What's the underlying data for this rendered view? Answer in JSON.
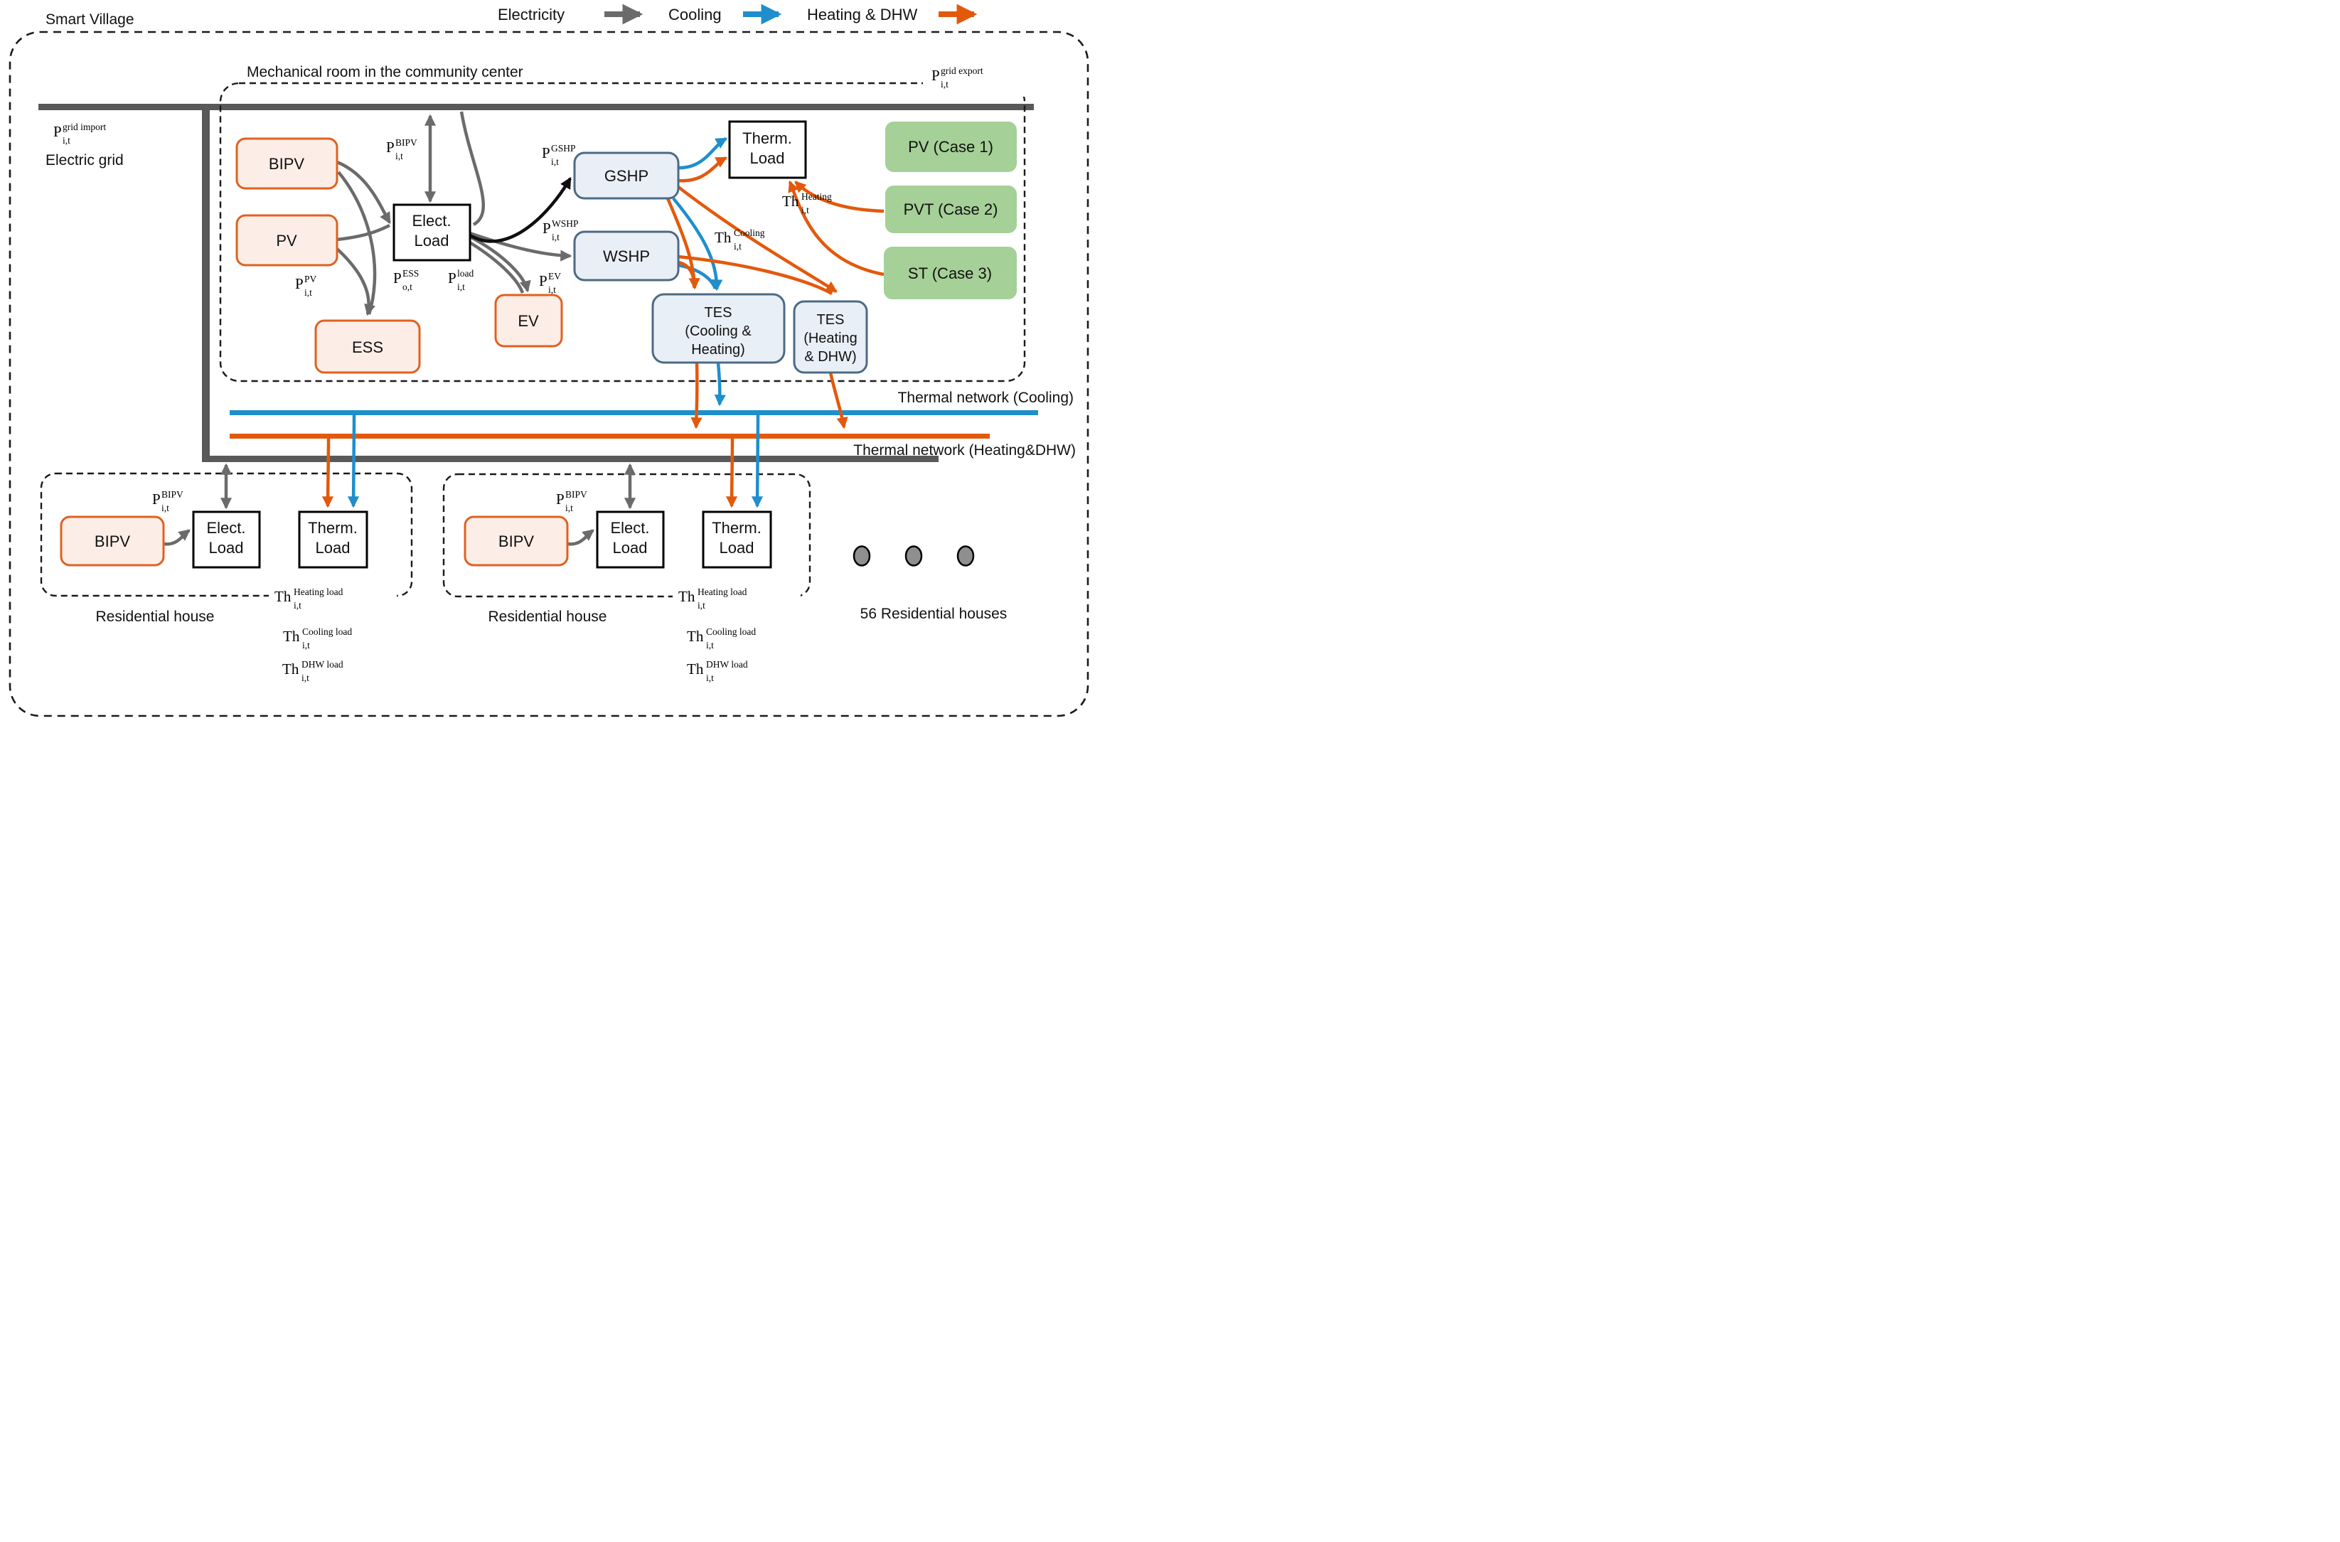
{
  "title": "Smart Village",
  "legend": {
    "items": [
      {
        "label": "Electricity",
        "color": "#6b6b6b"
      },
      {
        "label": "Cooling",
        "color": "#1e8fcc"
      },
      {
        "label": "Heating & DHW",
        "color": "#e3590c"
      }
    ]
  },
  "sections": {
    "mechanical_room": "Mechanical room in the community center",
    "electric_grid": "Electric grid",
    "thermal_cooling": "Thermal network (Cooling)",
    "thermal_heating": "Thermal network (Heating&DHW)",
    "residential_house": "Residential house",
    "houses_count": "56 Residential houses"
  },
  "nodes": {
    "bipv": "BIPV",
    "pv": "PV",
    "ess": "ESS",
    "ev": "EV",
    "elect_load": [
      "Elect.",
      "Load"
    ],
    "therm_load": [
      "Therm.",
      "Load"
    ],
    "gshp": "GSHP",
    "wshp": "WSHP",
    "tes_cooling": [
      "TES",
      "(Cooling &",
      "Heating)"
    ],
    "tes_heating": [
      "TES",
      "(Heating",
      "& DHW)"
    ],
    "pv_case1": "PV (Case 1)",
    "pvt_case2": "PVT (Case 2)",
    "st_case3": "ST (Case 3)"
  },
  "flows": {
    "grid_import": {
      "base": "P",
      "sub": "i,t",
      "sup": "grid import"
    },
    "grid_export": {
      "base": "P",
      "sub": "i,t",
      "sup": "grid export"
    },
    "bipv": {
      "base": "P",
      "sub": "i,t",
      "sup": "BIPV"
    },
    "pv": {
      "base": "P",
      "sub": "i,t",
      "sup": "PV"
    },
    "ess": {
      "base": "P",
      "sub": "o,t",
      "sup": "ESS"
    },
    "load": {
      "base": "P",
      "sub": "i,t",
      "sup": "load"
    },
    "ev": {
      "base": "P",
      "sub": "i,t",
      "sup": "EV"
    },
    "gshp": {
      "base": "P",
      "sub": "i,t",
      "sup": "GSHP"
    },
    "wshp": {
      "base": "P",
      "sub": "i,t",
      "sup": "WSHP"
    },
    "th_heating": {
      "base": "Th",
      "sub": "i,t",
      "sup": "Heating"
    },
    "th_cooling": {
      "base": "Th",
      "sub": "i,t",
      "sup": "Cooling"
    },
    "th_heating_load": {
      "base": "Th",
      "sub": "i,t",
      "sup": "Heating load"
    },
    "th_cooling_load": {
      "base": "Th",
      "sub": "i,t",
      "sup": "Cooling load"
    },
    "th_dhw_load": {
      "base": "Th",
      "sub": "i,t",
      "sup": "DHW load"
    }
  },
  "colors": {
    "electricity": "#6b6b6b",
    "bus": "#595959",
    "cooling": "#1e8fcc",
    "heating": "#e3590c",
    "black_arrow": "#0f0f0f",
    "pink_fill": "#fceee7",
    "pink_border": "#e0611f",
    "blue_fill": "#e9eff6",
    "blue_border": "#4d6a84",
    "green_fill": "#a5d097",
    "white_fill": "#ffffff",
    "dot_fill": "#8f8f8f"
  }
}
